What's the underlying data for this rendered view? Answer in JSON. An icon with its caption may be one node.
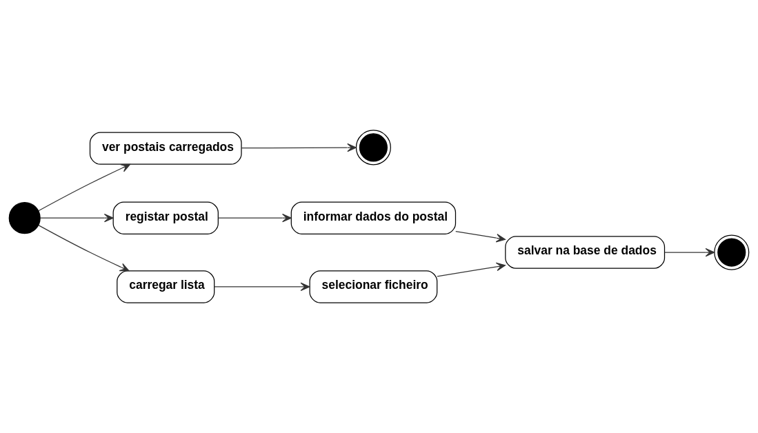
{
  "diagram": {
    "nodes": [
      {
        "text": [],
        "shape": "circle"
      },
      {
        "text": [
          "ver postais carregados"
        ]
      },
      {
        "text": [],
        "shape": "circle"
      },
      {
        "text": [
          "registar postal"
        ]
      },
      {
        "text": [
          "informar dados do postal"
        ]
      },
      {
        "text": [
          "carregar lista"
        ]
      },
      {
        "text": [
          "selecionar ficheiro"
        ]
      },
      {
        "text": [
          "salvar na base de dados"
        ]
      },
      {
        "text": [],
        "shape": "circle"
      }
    ],
    "edges": [
      {
        "from": 0,
        "to": 1,
        "arrow": "to"
      },
      {
        "from": 1,
        "to": 2,
        "arrow": "to"
      },
      {
        "from": 0,
        "to": 3,
        "arrow": "to"
      },
      {
        "from": 3,
        "to": 4,
        "arrow": "to"
      },
      {
        "from": 0,
        "to": 5,
        "arrow": "to"
      },
      {
        "from": 5,
        "to": 6,
        "arrow": "to"
      },
      {
        "from": 4,
        "to": 7,
        "arrow": "to"
      },
      {
        "from": 6,
        "to": 7,
        "arrow": "to"
      },
      {
        "from": 7,
        "to": 8,
        "arrow": "to"
      }
    ]
  }
}
